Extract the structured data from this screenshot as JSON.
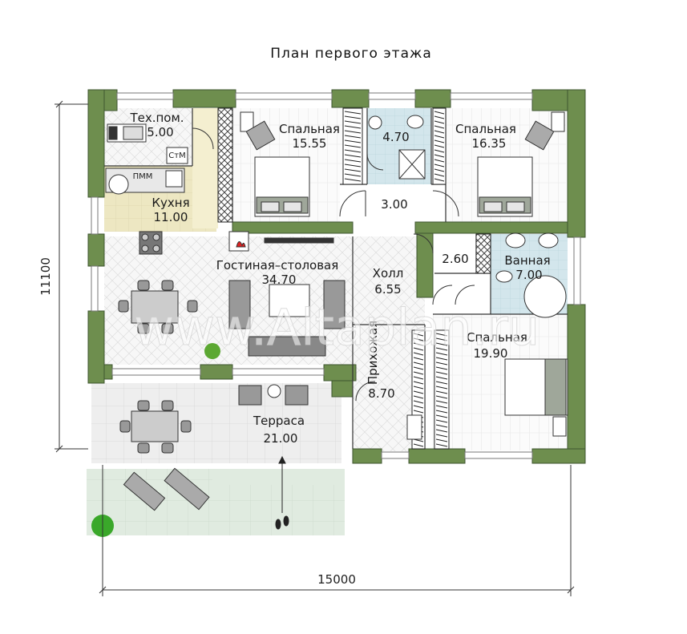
{
  "title": "План первого этажа",
  "dimensions": {
    "width": "15000",
    "height": "11100"
  },
  "rooms": {
    "tech": {
      "name": "Тех.пом.",
      "area": "5.00"
    },
    "kitchen": {
      "name": "Кухня",
      "area": "11.00"
    },
    "bedroom1": {
      "name": "Спальная",
      "area": "15.55"
    },
    "wc": {
      "area": "4.70"
    },
    "corridor": {
      "area": "3.00"
    },
    "bedroom2": {
      "name": "Спальная",
      "area": "16.35"
    },
    "living": {
      "name": "Гостиная–столовая",
      "area": "34.70"
    },
    "hall": {
      "name": "Холл",
      "area": "6.55"
    },
    "closet": {
      "area": "2.60"
    },
    "bath": {
      "name": "Ванная",
      "area": "7.00"
    },
    "entry": {
      "name": "Прихожая",
      "area": "8.70"
    },
    "bedroom3": {
      "name": "Спальная",
      "area": "19.90"
    },
    "terrace": {
      "name": "Терраса",
      "area": "21.00"
    }
  },
  "appliance_labels": {
    "washer": "СтМ",
    "dishwasher": "ПММ"
  },
  "watermark": "www.Altaplan.ru",
  "colors": {
    "wall": "#6f8f4f",
    "floor": "#ffffff",
    "kitchen_floor": "#ece6bf",
    "bath_floor": "#cfe3ea",
    "terrace_floor": "#ececec",
    "paving": "#dfeadf"
  }
}
